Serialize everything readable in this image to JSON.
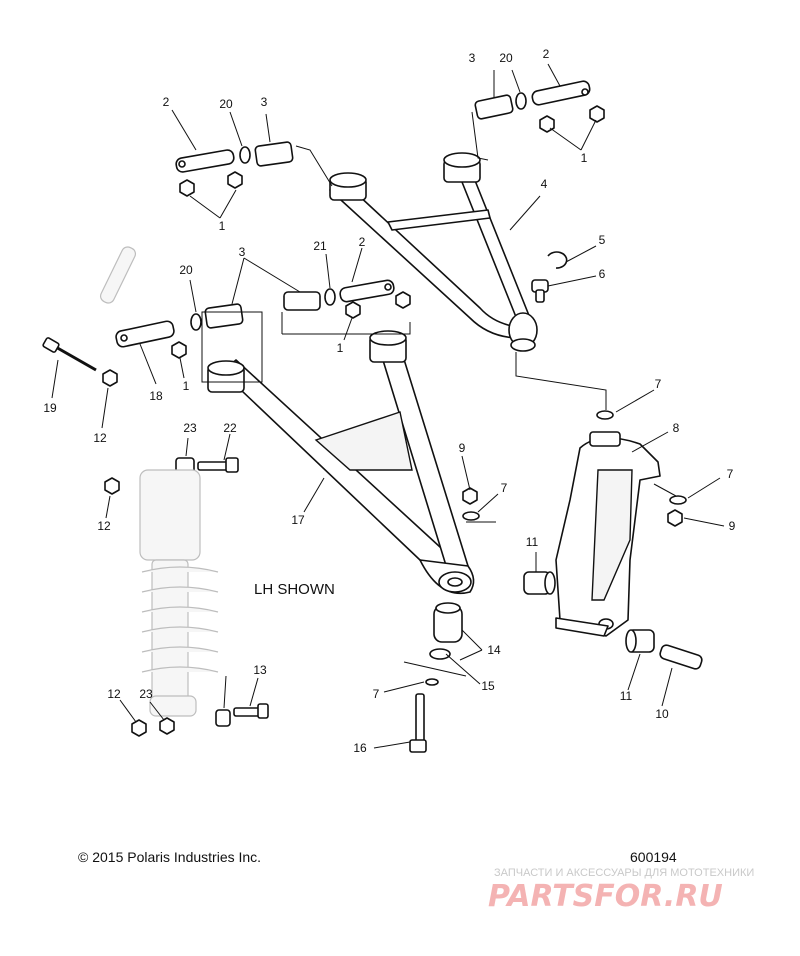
{
  "diagram": {
    "view_label": "LH SHOWN",
    "copyright": "© 2015 Polaris Industries Inc.",
    "drawing_number": "600194",
    "watermark": {
      "tagline": "ЗАПЧАСТИ И АКСЕССУАРЫ ДЛЯ МОТОТЕХНИКИ",
      "brand": "PARTSFOR.RU"
    },
    "callouts": [
      {
        "key": "c1a",
        "number": "1"
      },
      {
        "key": "c1b",
        "number": "1"
      },
      {
        "key": "c1c",
        "number": "1"
      },
      {
        "key": "c1d",
        "number": "1"
      },
      {
        "key": "c2a",
        "number": "2"
      },
      {
        "key": "c2b",
        "number": "2"
      },
      {
        "key": "c2c",
        "number": "2"
      },
      {
        "key": "c3a",
        "number": "3"
      },
      {
        "key": "c3b",
        "number": "3"
      },
      {
        "key": "c3c",
        "number": "3"
      },
      {
        "key": "c4",
        "number": "4"
      },
      {
        "key": "c5",
        "number": "5"
      },
      {
        "key": "c6",
        "number": "6"
      },
      {
        "key": "c7a",
        "number": "7"
      },
      {
        "key": "c7b",
        "number": "7"
      },
      {
        "key": "c7c",
        "number": "7"
      },
      {
        "key": "c7d",
        "number": "7"
      },
      {
        "key": "c8",
        "number": "8"
      },
      {
        "key": "c9a",
        "number": "9"
      },
      {
        "key": "c9b",
        "number": "9"
      },
      {
        "key": "c10",
        "number": "10"
      },
      {
        "key": "c11a",
        "number": "11"
      },
      {
        "key": "c11b",
        "number": "11"
      },
      {
        "key": "c12a",
        "number": "12"
      },
      {
        "key": "c12b",
        "number": "12"
      },
      {
        "key": "c12c",
        "number": "12"
      },
      {
        "key": "c13",
        "number": "13"
      },
      {
        "key": "c14",
        "number": "14"
      },
      {
        "key": "c15",
        "number": "15"
      },
      {
        "key": "c16",
        "number": "16"
      },
      {
        "key": "c17",
        "number": "17"
      },
      {
        "key": "c18",
        "number": "18"
      },
      {
        "key": "c19",
        "number": "19"
      },
      {
        "key": "c20a",
        "number": "20"
      },
      {
        "key": "c20b",
        "number": "20"
      },
      {
        "key": "c20c",
        "number": "20"
      },
      {
        "key": "c21",
        "number": "21"
      },
      {
        "key": "c22",
        "number": "22"
      },
      {
        "key": "c23a",
        "number": "23"
      },
      {
        "key": "c23b",
        "number": "23"
      }
    ]
  }
}
